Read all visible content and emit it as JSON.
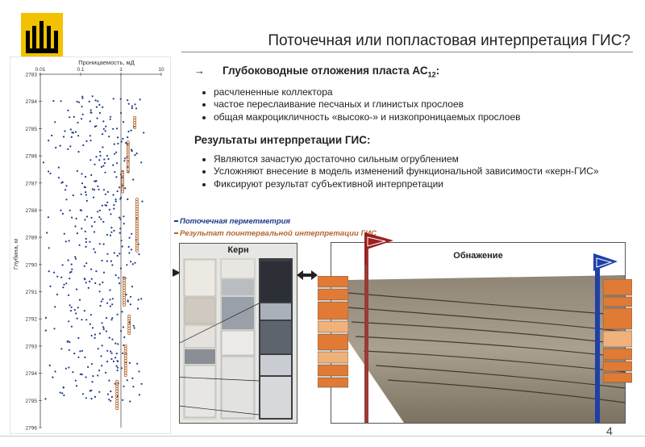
{
  "slide": {
    "title": "Поточечная или попластовая интерпретация ГИС?",
    "page_number": "4",
    "logo_icon": "company-logo-icon",
    "colors": {
      "accent_yellow": "#f2c200",
      "blue": "#1e3a8a",
      "brown": "#b5652b",
      "text": "#222222"
    }
  },
  "content": {
    "arrow": "→",
    "subtitle_prefix": "Глубоководные отложения пласта АС",
    "subtitle_sub": "12",
    "subtitle_suffix": ":",
    "bullets_a": [
      "расчлененные коллектора",
      "частое переслаивание песчаных и глинистых прослоев",
      "общая макроцикличность «высоко-» и низкопроницаемых прослоев"
    ],
    "results_heading": "Результаты интерпретации ГИС:",
    "bullets_b": [
      "Являются зачастую достаточно сильным огрублением",
      "Усложняют внесение в модель изменений функциональной зависимости «керн-ГИС»",
      "Фиксируют результат субъективной интерпретации"
    ],
    "legend_point": "Поточечная перметметрия",
    "legend_interval": "Результат поинтервальной интерпретации ГИС",
    "core_label": "Керн",
    "outcrop_label": "Обнажение"
  },
  "chart_data": {
    "type": "scatter",
    "title": "Проницаемость, мД",
    "xlabel": "Проницаемость, мД",
    "ylabel": "Глубина, м",
    "x_scale": "log",
    "xlim": [
      0.01,
      10
    ],
    "ylim": [
      2783,
      2796
    ],
    "x_ticks": [
      "0.01",
      "0.1",
      "1",
      "10"
    ],
    "y_ticks": [
      "2783",
      "2784",
      "2785",
      "2786",
      "2787",
      "2788",
      "2789",
      "2790",
      "2791",
      "2792",
      "2793",
      "2794",
      "2795",
      "2796"
    ],
    "series": [
      {
        "name": "Поточечная перметметрия",
        "color": "#1e3a8a"
      },
      {
        "name": "Результат поинтервальной интерпретации ГИС",
        "color": "#b5652b"
      }
    ],
    "interval_series": [
      {
        "x": 2.2,
        "y_from": 2784.6,
        "y_to": 2785.0
      },
      {
        "x": 1.5,
        "y_from": 2785.5,
        "y_to": 2786.6
      },
      {
        "x": 1.1,
        "y_from": 2786.6,
        "y_to": 2787.4
      },
      {
        "x": 2.5,
        "y_from": 2787.6,
        "y_to": 2789.5
      },
      {
        "x": 1.2,
        "y_from": 2790.5,
        "y_to": 2791.5
      },
      {
        "x": 1.6,
        "y_from": 2791.9,
        "y_to": 2792.6
      },
      {
        "x": 1.3,
        "y_from": 2793.0,
        "y_to": 2794.1
      },
      {
        "x": 0.8,
        "y_from": 2794.3,
        "y_to": 2795.3
      }
    ],
    "grid": false
  }
}
